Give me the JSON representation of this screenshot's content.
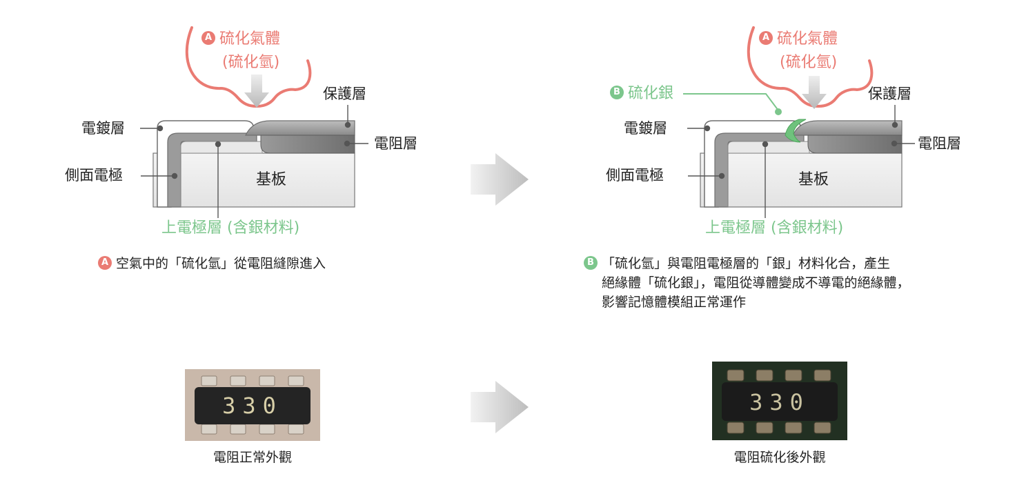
{
  "left": {
    "gas_label_line1": "硫化氣體",
    "gas_label_line2": "(硫化氫)",
    "badge": "A",
    "protect_layer": "保護層",
    "plating_layer": "電鍍層",
    "resist_layer": "電阻層",
    "side_electrode": "側面電極",
    "substrate": "基板",
    "top_electrode": "上電極層 (含銀材料)",
    "caption_badge": "A",
    "caption": "空氣中的「硫化氫」從電阻縫隙進入"
  },
  "right": {
    "gas_label_line1": "硫化氣體",
    "gas_label_line2": "(硫化氫)",
    "badge": "A",
    "silver_sulfide_badge": "B",
    "silver_sulfide": "硫化銀",
    "protect_layer": "保護層",
    "plating_layer": "電鍍層",
    "resist_layer": "電阻層",
    "side_electrode": "側面電極",
    "substrate": "基板",
    "top_electrode": "上電極層 (含銀材料)",
    "caption_badge": "B",
    "caption_lines": [
      "「硫化氫」與電阻電極層的「銀」材料化合，產生",
      "絕緣體「硫化銀」，電阻從導體變成不導電的絕緣體，",
      "影響記憶體模組正常運作"
    ]
  },
  "photos": {
    "normal_marking": "330",
    "normal_caption": "電阻正常外觀",
    "sulfided_marking": "330",
    "sulfided_caption": "電阻硫化後外觀"
  },
  "colors": {
    "accent_red": "#ea7b73",
    "accent_green": "#7cc68c"
  }
}
